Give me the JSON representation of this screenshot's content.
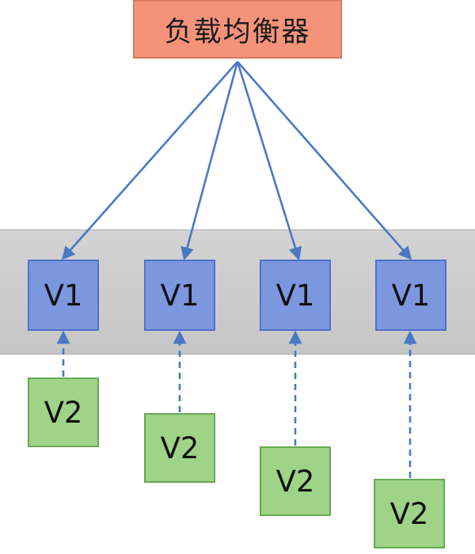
{
  "load_balancer": {
    "label": "负载均衡器"
  },
  "v1_nodes": [
    {
      "label": "V1"
    },
    {
      "label": "V1"
    },
    {
      "label": "V1"
    },
    {
      "label": "V1"
    }
  ],
  "v2_nodes": [
    {
      "label": "V2"
    },
    {
      "label": "V2"
    },
    {
      "label": "V2"
    },
    {
      "label": "V2"
    }
  ],
  "colors": {
    "arrow": "#4a78c4",
    "load_balancer_fill": "#f5937a",
    "v1_fill": "#7d97df",
    "v2_fill": "#9fd387",
    "band_fill": "#cdcdcd"
  }
}
